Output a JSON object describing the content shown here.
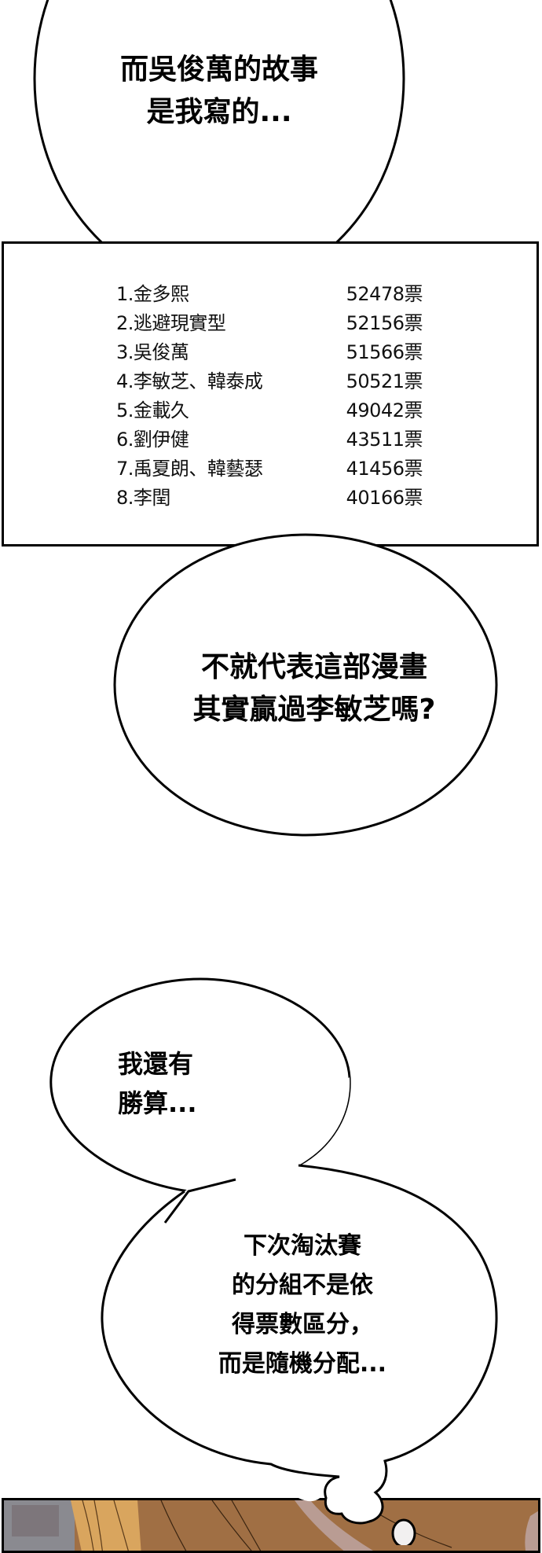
{
  "panel_1": {
    "bubble": {
      "lines": [
        "而吳俊萬的故事",
        "是我寫的..."
      ]
    }
  },
  "ranking": {
    "entries": [
      {
        "rank": "1.",
        "name": "金多熙",
        "votes": "52478票"
      },
      {
        "rank": "2.",
        "name": "逃避現實型",
        "votes": "52156票"
      },
      {
        "rank": "3.",
        "name": "吳俊萬",
        "votes": "51566票"
      },
      {
        "rank": "4.",
        "name": "李敏芝、韓泰成",
        "votes": "50521票"
      },
      {
        "rank": "5.",
        "name": "金載久",
        "votes": "49042票"
      },
      {
        "rank": "6.",
        "name": "劉伊健",
        "votes": "43511票"
      },
      {
        "rank": "7.",
        "name": "禹夏朗、韓藝瑟",
        "votes": "41456票"
      },
      {
        "rank": "8.",
        "name": "李閏",
        "votes": "40166票"
      }
    ]
  },
  "panel_2": {
    "bubble": {
      "lines": [
        "不就代表這部漫畫",
        "其實贏過李敏芝嗎?"
      ]
    }
  },
  "panel_3": {
    "bubble_small": {
      "lines": [
        "我還有",
        "勝算..."
      ]
    },
    "bubble_large": {
      "lines": [
        "下次淘汰賽",
        "的分組不是依",
        "得票數區分，",
        "而是隨機分配..."
      ]
    }
  },
  "colors": {
    "ink": "#000000",
    "paper": "#ffffff",
    "hair_dark": "#a06f44",
    "hair_light": "#d9a55e",
    "background_gray": "#8a8a90",
    "skin_shadow": "#b99c93"
  }
}
